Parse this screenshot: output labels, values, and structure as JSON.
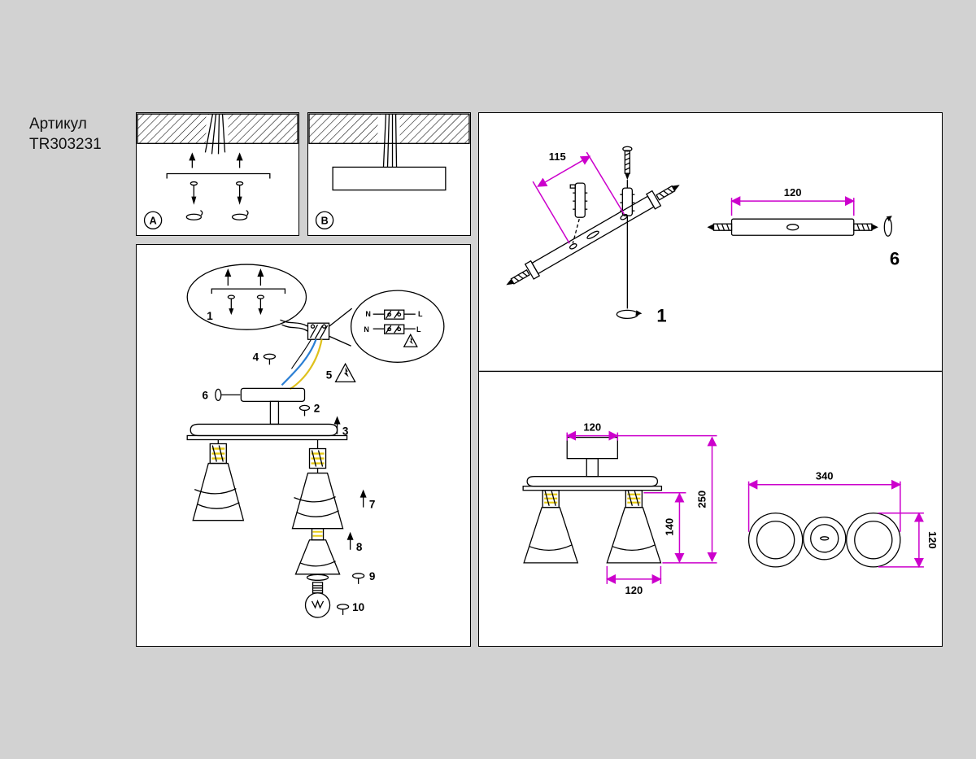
{
  "article": {
    "label": "Артикул",
    "number": "TR303231"
  },
  "panels": {
    "a": "A",
    "b": "B"
  },
  "assembly": {
    "step1": "1",
    "step2": "2",
    "step3": "3",
    "step4": "4",
    "step5": "5",
    "step6": "6",
    "step7": "7",
    "step8": "8",
    "step9": "9",
    "step10": "10",
    "terminal": {
      "n1": "N",
      "l1": "L",
      "n2": "N",
      "l2": "L"
    }
  },
  "bracket3d": {
    "dim_holes": "115",
    "step": "1"
  },
  "bracketSide": {
    "dim_length": "120",
    "step": "6"
  },
  "front": {
    "dim_canopy": "120",
    "dim_height": "250",
    "dim_shade_h": "140",
    "dim_shade_w": "120"
  },
  "top": {
    "dim_length": "340",
    "dim_depth": "120"
  },
  "colors": {
    "background": "#d2d2d2",
    "panel": "#ffffff",
    "line": "#000000",
    "dimension_magenta": "#cc00cc",
    "wire_blue": "#2b7fd4",
    "wire_yellow": "#dfc11c",
    "socket_yellow": "#e8cb14"
  }
}
